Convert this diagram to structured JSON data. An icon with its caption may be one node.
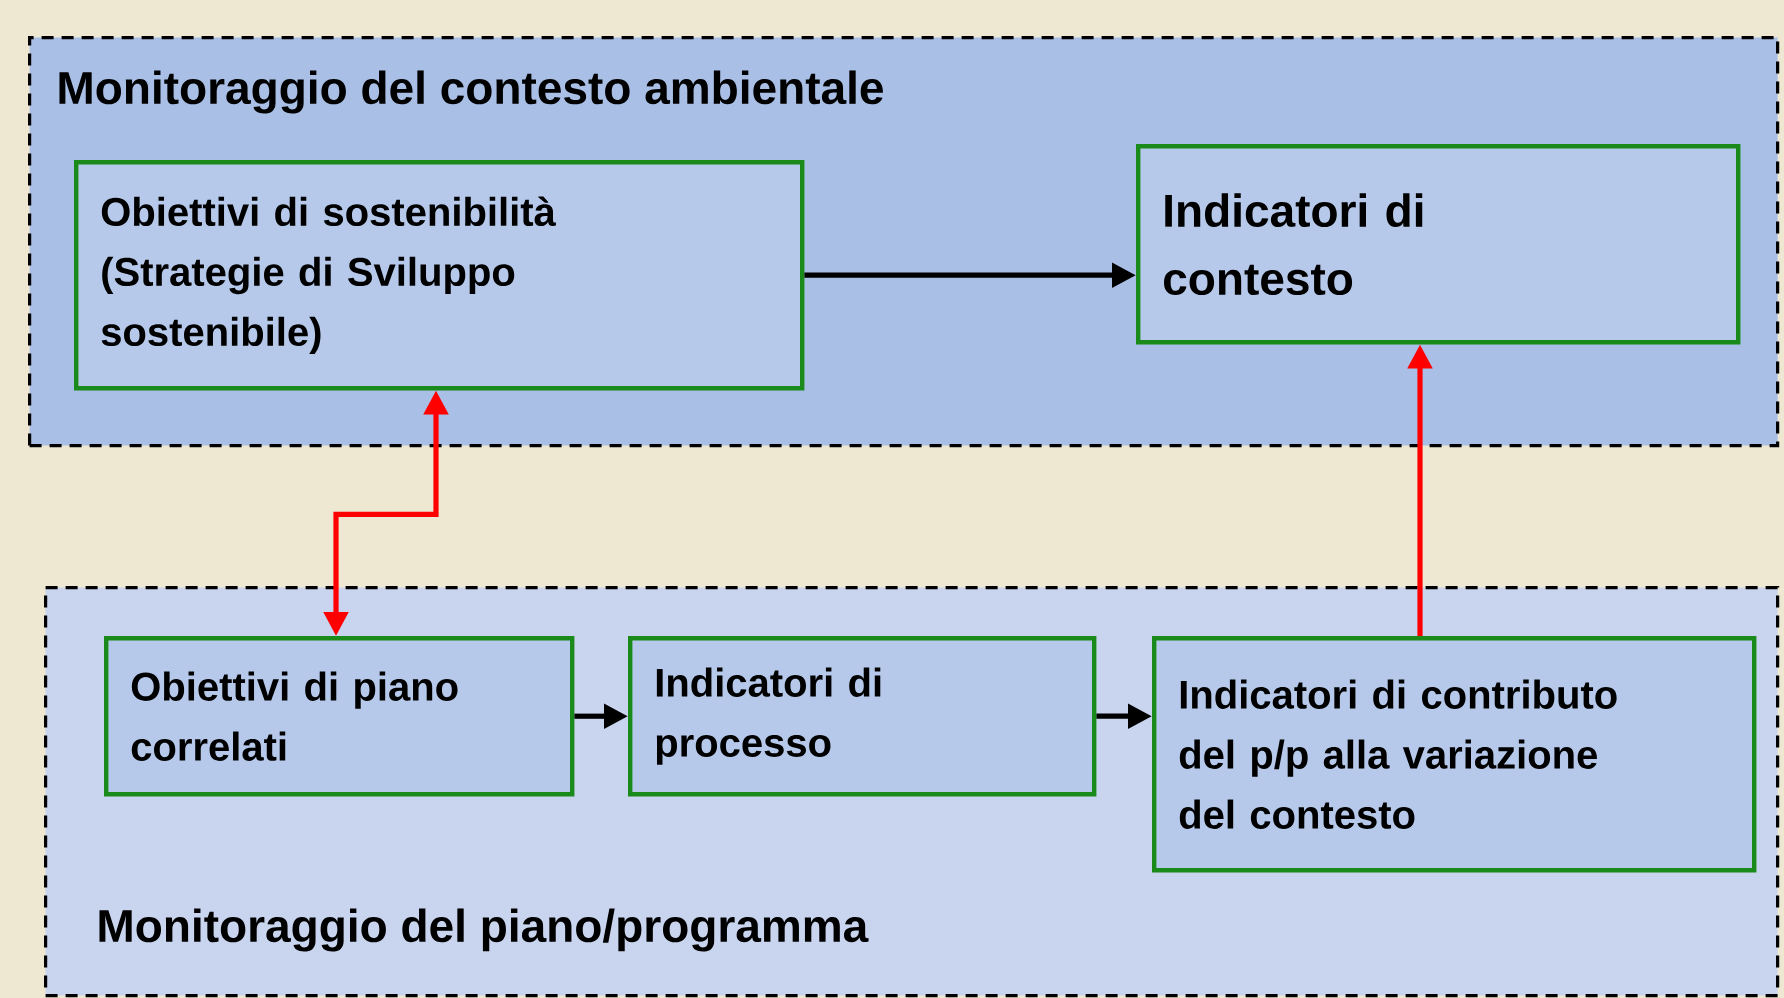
{
  "diagram": {
    "nodes": [
      {
        "text": [
          "Monitoraggio del contesto ambientale"
        ]
      },
      {
        "text": [
          "Obiettivi di sostenibilità (Strategie di Sviluppo sostenibile)"
        ],
        "in": 0
      },
      {
        "text": [
          "Indicatori di contesto"
        ],
        "in": 0
      },
      {
        "text": [
          "Monitoraggio del piano/programma"
        ]
      },
      {
        "text": [
          "Obiettivi di piano correlati"
        ],
        "in": 3
      },
      {
        "text": [
          "Indicatori di processo"
        ],
        "in": 3
      },
      {
        "text": [
          "Indicatori di contributo del p/p alla variazione del contesto"
        ],
        "in": 3
      }
    ],
    "edges": [
      {
        "from": 1,
        "to": 2,
        "arrow": "to"
      },
      {
        "from": 1,
        "to": 4,
        "arrow": "both",
        "color": "#ff0000"
      },
      {
        "from": 4,
        "to": 5,
        "arrow": "to"
      },
      {
        "from": 5,
        "to": 6,
        "arrow": "to"
      },
      {
        "from": 6,
        "to": 2,
        "arrow": "to",
        "color": "#ff0000"
      }
    ]
  }
}
